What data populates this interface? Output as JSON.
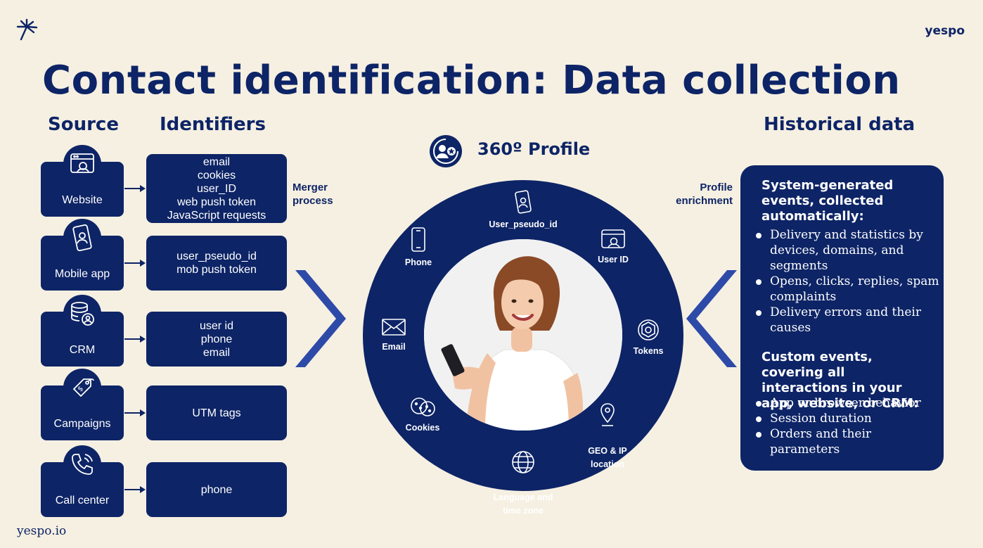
{
  "header": {
    "title": "Contact identification: Data collection",
    "logo": "yespo",
    "footer": "yespo.io"
  },
  "columns": {
    "source": "Source",
    "identifiers": "Identifiers",
    "historical": "Historical data"
  },
  "sources": [
    {
      "label": "Website",
      "icon": "browser-icon",
      "identifiers": [
        "email",
        "cookies",
        "user_ID",
        "web push token",
        "JavaScript requests"
      ]
    },
    {
      "label": "Mobile app",
      "icon": "smartphone-user-icon",
      "identifiers": [
        "user_pseudo_id",
        "mob push token"
      ]
    },
    {
      "label": "CRM",
      "icon": "database-user-icon",
      "identifiers": [
        "user id",
        "phone",
        "email"
      ]
    },
    {
      "label": "Campaigns",
      "icon": "price-tag-icon",
      "identifiers": [
        "UTM tags"
      ]
    },
    {
      "label": "Call center",
      "icon": "phone-call-icon",
      "identifiers": [
        "phone"
      ]
    }
  ],
  "merger": "Merger\nprocess",
  "enrichment": "Profile\nenrichment",
  "profile": {
    "title": "360º Profile",
    "ring": [
      {
        "label": "User_pseudo_id",
        "icon": "smartphone-user-icon"
      },
      {
        "label": "User ID",
        "icon": "browser-icon"
      },
      {
        "label": "Tokens",
        "icon": "token-icon"
      },
      {
        "label": "GEO & IP\nlocation",
        "icon": "location-pin-icon"
      },
      {
        "label": "Language and\ntime zone",
        "icon": "globe-icon"
      },
      {
        "label": "Cookies",
        "icon": "cookie-icon"
      },
      {
        "label": "Email",
        "icon": "envelope-icon"
      },
      {
        "label": "Phone",
        "icon": "phone-icon"
      }
    ]
  },
  "historical": {
    "system_heading": "System-generated events, collected automatically:",
    "system_items": [
      "Delivery and statistics by devices, domains, and segments",
      "Opens, clicks, replies, spam complaints",
      "Delivery errors and their causes"
    ],
    "custom_heading": "Custom events, covering all interactions in your app, website, or CRM:",
    "custom_items": [
      "App or browser behavior",
      "Session duration",
      "Orders and their parameters"
    ]
  },
  "colors": {
    "navy": "#0d2466",
    "background": "#f6f0e2",
    "chevron": "#2e4aa8"
  }
}
